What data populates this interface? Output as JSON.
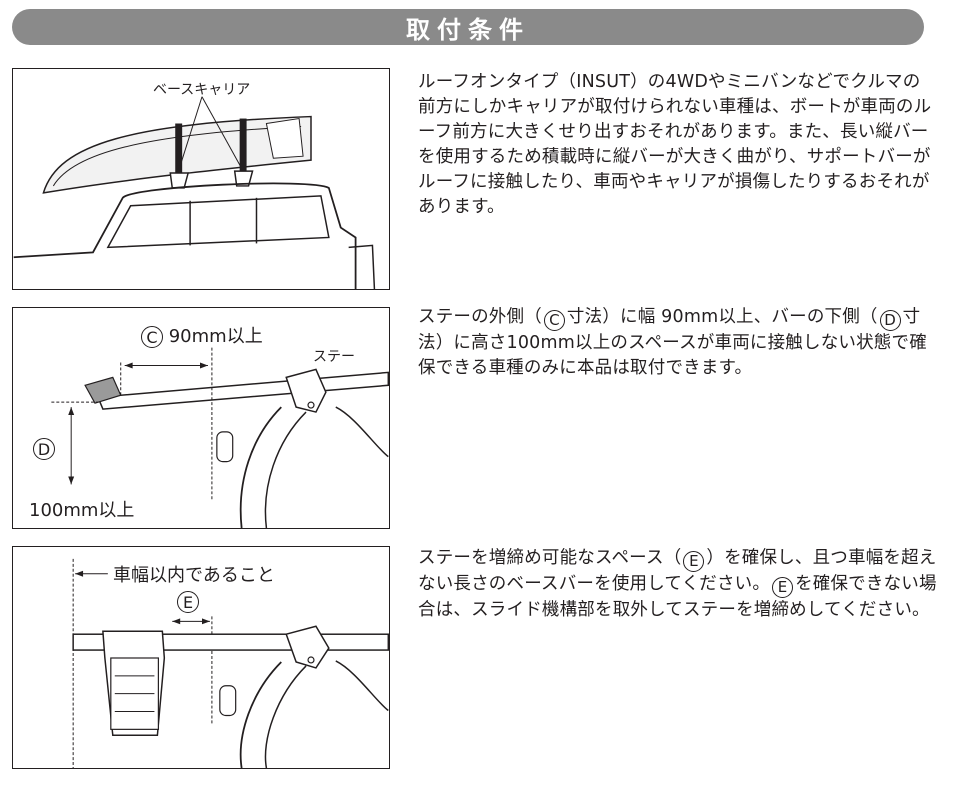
{
  "header": {
    "title": "取付条件"
  },
  "figure1": {
    "label": "ベースキャリア"
  },
  "figure2": {
    "circle": "C",
    "dim_top": "90mm以上",
    "stay_label": "ステー",
    "circle_side": "D",
    "dim_bottom": "100mm以上"
  },
  "figure3": {
    "dim_top": "車幅以内であること",
    "circle": "E"
  },
  "paragraph1": {
    "text": "ルーフオンタイプ（INSUT）の4WDやミニバンなどでクルマの前方にしかキャリアが取付けられない車種は、ボートが車両のルーフ前方に大きくせり出すおそれがあります。また、長い縦バーを使用するため積載時に縦バーが大きく曲がり、サポートバーがルーフに接触したり、車両やキャリアが損傷したりするおそれがあります。"
  },
  "paragraph2": {
    "t1": "ステーの外側（",
    "c1": "C",
    "t2": "寸法）に幅 90mm以上、バーの下側（",
    "c2": "D",
    "t3": "寸法）に高さ100mm以上のスペースが車両に接触しない状態で確保できる車種のみに本品は取付できます。"
  },
  "paragraph3": {
    "t1": "ステーを増締め可能なスペース（",
    "c1": "E",
    "t2": "）を確保し、且つ車幅を超えない長さのベースバーを使用してください。",
    "c2": "E",
    "t3": "を確保できない場合は、スライド機構部を取外してステーを増締めしてください。"
  }
}
